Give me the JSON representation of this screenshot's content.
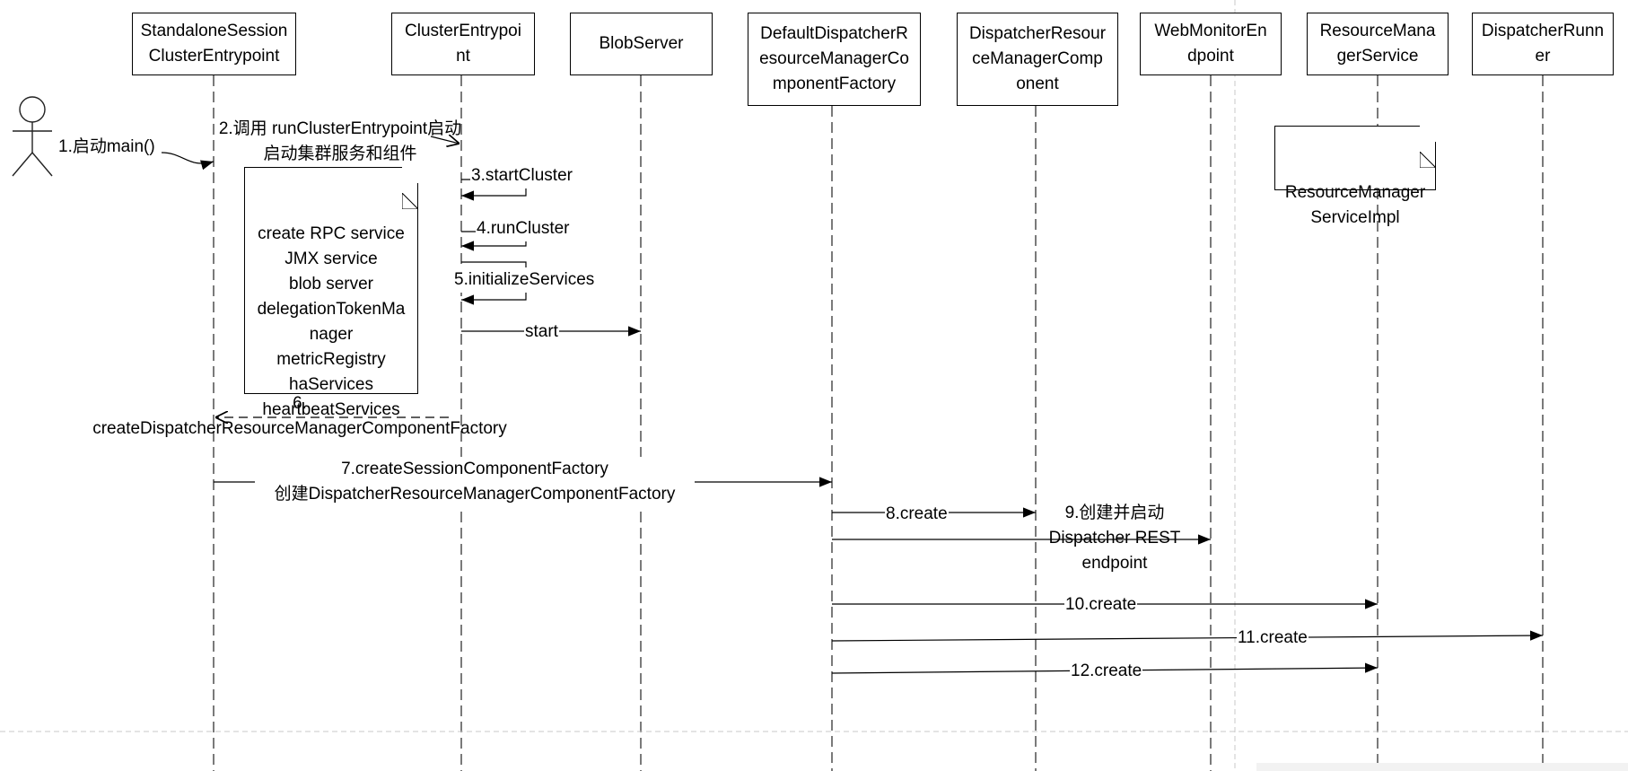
{
  "participants": [
    {
      "id": "standalone",
      "label": "StandaloneSession\nClusterEntrypoint"
    },
    {
      "id": "cluster",
      "label": "ClusterEntrypoi\nnt"
    },
    {
      "id": "blob",
      "label": "BlobServer"
    },
    {
      "id": "factory",
      "label": "DefaultDispatcherR\nesourceManagerCo\nmponentFactory"
    },
    {
      "id": "component",
      "label": "DispatcherResour\nceManagerComp\nonent"
    },
    {
      "id": "webmonitor",
      "label": "WebMonitorEn\ndpoint"
    },
    {
      "id": "rmservice",
      "label": "ResourceMana\ngerService"
    },
    {
      "id": "runner",
      "label": "DispatcherRunn\ner"
    }
  ],
  "notes": [
    {
      "id": "services-note",
      "text": "create RPC service\nJMX service\nblob server\ndelegationTokenMa\nnager\nmetricRegistry\nhaServices\nheartbeatServices"
    },
    {
      "id": "rm-impl-note",
      "text": "ResourceManager\nServiceImpl"
    }
  ],
  "messages": [
    {
      "id": "m1",
      "label": "1.启动main()"
    },
    {
      "id": "m2",
      "label": "2.调用 runClusterEntrypoint启动\n启动集群服务和组件"
    },
    {
      "id": "m3",
      "label": "3.startCluster"
    },
    {
      "id": "m4",
      "label": "4.runCluster"
    },
    {
      "id": "m5",
      "label": "5.initializeServices"
    },
    {
      "id": "m-start",
      "label": "start"
    },
    {
      "id": "m6",
      "label": "6.\ncreateDispatcherResourceManagerComponentFactory"
    },
    {
      "id": "m7",
      "label": "7.createSessionComponentFactory\n创建DispatcherResourceManagerComponentFactory"
    },
    {
      "id": "m8",
      "label": "8.create"
    },
    {
      "id": "m9",
      "label": "9.创建并启动\nDispatcher REST\nendpoint"
    },
    {
      "id": "m10",
      "label": "10.create"
    },
    {
      "id": "m11",
      "label": "11.create"
    },
    {
      "id": "m12",
      "label": "12.create"
    }
  ]
}
